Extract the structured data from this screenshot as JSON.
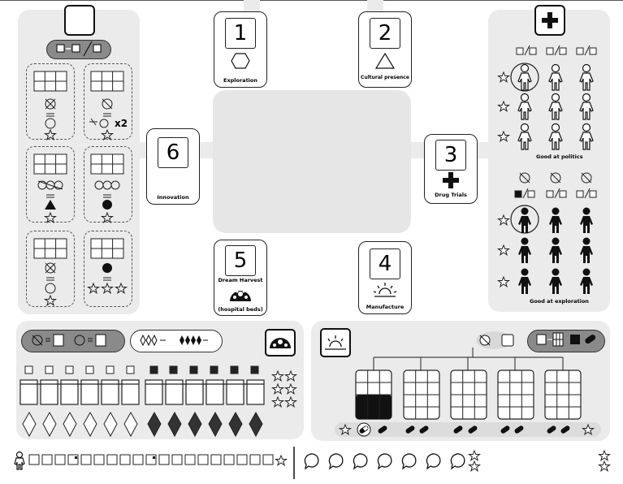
{
  "actions": [
    {
      "number": "1",
      "label": "Exploration"
    },
    {
      "number": "2",
      "label": "Cultural presence"
    },
    {
      "number": "3",
      "label": "Drug Trials"
    },
    {
      "number": "4",
      "label": "Manufacture"
    },
    {
      "number": "5",
      "label": "Dream Harvest",
      "sublabel": "(hospital beds)"
    },
    {
      "number": "6",
      "label": "Innovation"
    }
  ],
  "research": {
    "multiplier": "x2"
  },
  "patients": {
    "upper_label": "Good at politics",
    "lower_label": "Good at exploration"
  },
  "colors": {
    "panel": "#ebebeb",
    "ink": "#111111",
    "oval": "#8a8a8a"
  },
  "icons": {
    "top_left": "empty-square-icon",
    "top_right": "medical-cross-icon",
    "dream": "dream-orb-icon",
    "factory": "sunrise-icon",
    "meeple": "patient-meeple-icon"
  }
}
